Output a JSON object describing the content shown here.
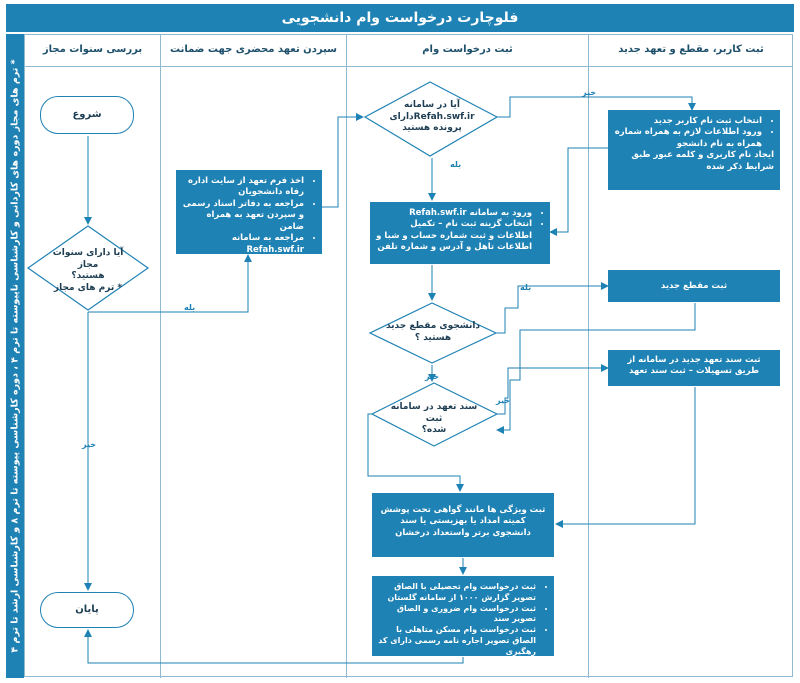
{
  "title": "فلوچارت درخواست وام دانشجویی",
  "side_label": "* ترم های مجاز دوره های کاردانی و کارشناسی ناپیوسته تا ترم ۴ ، دوره کارشناسی پیوسته تا ترم ۸ و کارشناسی ارشد تا ترم ۴",
  "lanes": {
    "register": "ثبت کاربر، مقطع و تعهد جدید",
    "loan": "ثبت درخواست وام",
    "guarantee": "سپردن تعهد محضری جهت ضمانت",
    "terms": "بررسی سنوات مجاز"
  },
  "start": "شروع",
  "end": "پایان",
  "decision_terms": {
    "line1": "آیا دارای سنوات مجاز",
    "line2": "هستید؟",
    "line3": "* ترم های مجاز"
  },
  "decision_account": {
    "line1": "آیا در سامانه",
    "line2": "Refah.swf.irدارای",
    "line3": "پرونده هستید"
  },
  "decision_new_level": {
    "line1": "دانشجوی مقطع جدید",
    "line2": "هستید ؟"
  },
  "decision_commitment": {
    "line1": "سند تعهد در سامانه ثبت",
    "line2": "شده؟"
  },
  "box_guarantee": [
    "اخذ فرم تعهد از سایت اداره رفاه دانشجویان",
    "مراجعه به دفاتر اسناد رسمی و سپردن تعهد به همراه ضامن",
    "مراجعه به سامانه Refah.swf.ir"
  ],
  "box_register": [
    "انتخاب ثبت نام کاربر جدید",
    "ورود اطلاعات لازم به همراه شماره همراه به نام دانشجو"
  ],
  "box_register_extra": "ایجاد نام کاربری و کلمه عبور طبق شرایط ذکر شده",
  "box_login": [
    "ورود به سامانه Refah.swf.ir",
    "انتخاب گزینه ثبت نام – تکمیل اطلاعات و ثبت شماره حساب و شبا و اطلاعات تاهل و آدرس و شماره تلفن"
  ],
  "box_new_level": "ثبت مقطع جدید",
  "box_commitment": "ثبت سند تعهد جدید در سامانه از طریق تسهیلات – ثبت سند تعهد",
  "box_features": "ثبت ویژگی ها مانند گواهی تحت پوشش کمیته امداد یا بهزیستی یا سند دانشجوی برتر واستعداد درخشان",
  "box_requests": [
    "ثبت درخواست وام تحصیلی با الصاق تصویر گزارش ۱۰۰۰ از سامانه گلستان",
    "ثبت درخواست وام ضروری و الصاق تصویر سند",
    "ثبت درخواست وام مسکن متاهلی با الصاق تصویر اجاره نامه رسمی دارای کد رهگیری"
  ],
  "labels": {
    "yes": "بله",
    "no": "خیر"
  }
}
